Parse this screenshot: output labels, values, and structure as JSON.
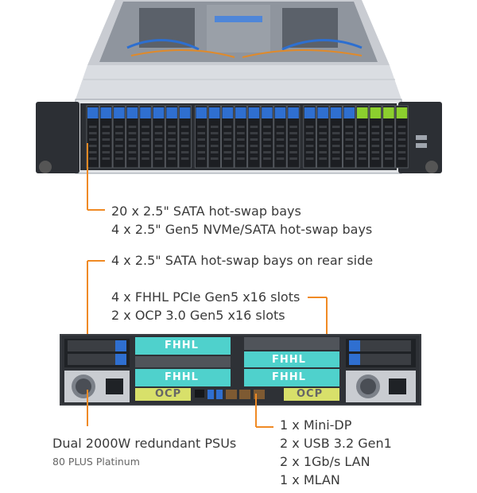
{
  "front_callout": {
    "lines": [
      "20 x 2.5\" SATA hot-swap bays",
      "4 x 2.5\" Gen5 NVMe/SATA hot-swap bays"
    ]
  },
  "rear_sata_callout": "4 x 2.5\" SATA hot-swap bays on rear side",
  "pcie_callout": {
    "lines": [
      "4 x FHHL PCIe Gen5 x16 slots",
      "2 x OCP 3.0 Gen5 x16 slots"
    ]
  },
  "psu_callout": {
    "title": "Dual 2000W redundant PSUs",
    "subtitle": "80 PLUS Platinum"
  },
  "io_callout": {
    "lines": [
      "1 x Mini-DP",
      "2 x USB 3.2 Gen1",
      "2 x 1Gb/s LAN",
      "1 x MLAN"
    ]
  },
  "rear_slot_labels": {
    "fhhl": "FHHL",
    "ocp": "OCP"
  },
  "colors": {
    "callout_line": "#f08a24",
    "bay_blue": "#2f6fd0",
    "bay_green": "#8ccf2e",
    "pcie_teal": "#4fd1cc",
    "ocp_yellow": "#d8e06a"
  }
}
